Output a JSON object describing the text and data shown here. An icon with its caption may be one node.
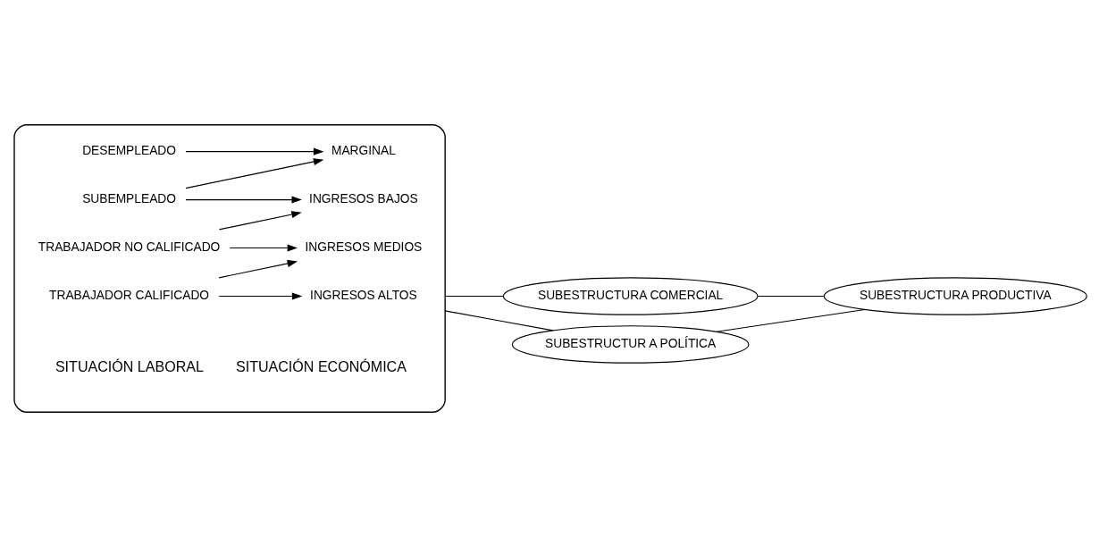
{
  "diagram": {
    "nodes": [
      {
        "text": [],
        "shape": "ellipse",
        "beside": [
          "SITUACIÓN LABORAL",
          "SITUACIÓN ECONÓMICA"
        ]
      },
      {
        "text": [
          "DESEMPLEADO"
        ],
        "in": 0
      },
      {
        "text": [
          "SUBEMPLEADO"
        ],
        "in": 0
      },
      {
        "text": [
          "TRABAJADOR NO CALIFICADO"
        ],
        "in": 0
      },
      {
        "text": [
          "TRABAJADOR CALIFICADO"
        ],
        "in": 0
      },
      {
        "text": [
          "MARGINAL"
        ],
        "in": 0
      },
      {
        "text": [
          "INGRESOS BAJOS"
        ],
        "in": 0
      },
      {
        "text": [
          "INGRESOS MEDIOS"
        ],
        "in": 0
      },
      {
        "text": [
          "INGRESOS ALTOS"
        ],
        "in": 0
      },
      {
        "text": [
          "SUBESTRUCTURA COMERCIAL"
        ]
      },
      {
        "text": [
          "SUBESTRUCTURA PRODUCTIVA"
        ]
      },
      {
        "text": [
          "SUBESTRUCTUR A POLÍTICA"
        ]
      }
    ],
    "edges": [
      {
        "from": 1,
        "to": 5,
        "arrow": "to"
      },
      {
        "from": 2,
        "to": 5,
        "arrow": "to"
      },
      {
        "from": 2,
        "to": 6,
        "arrow": "to"
      },
      {
        "from": 3,
        "to": 6,
        "arrow": "to"
      },
      {
        "from": 3,
        "to": 7,
        "arrow": "to"
      },
      {
        "from": 4,
        "to": 7,
        "arrow": "to"
      },
      {
        "from": 4,
        "to": 8,
        "arrow": "to"
      },
      {
        "from": 0,
        "to": 9,
        "arrow": "none"
      },
      {
        "from": 9,
        "to": 10,
        "arrow": "none"
      },
      {
        "from": 10,
        "to": 11,
        "arrow": "none"
      },
      {
        "from": 11,
        "to": 0,
        "arrow": "none"
      }
    ]
  }
}
